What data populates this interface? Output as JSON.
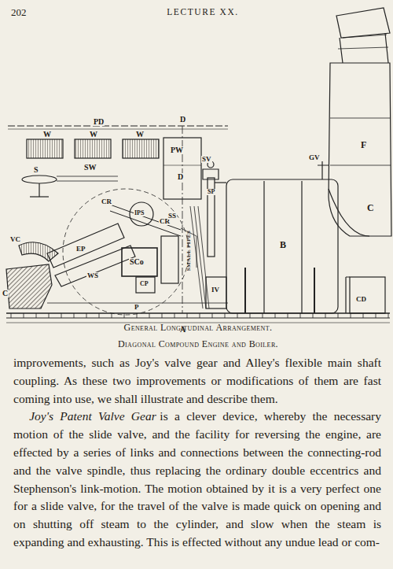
{
  "diagram": {
    "caption": "General Longitudinal Arrangement. Diagonal Compound Engine and Boiler.",
    "labels": [
      "202",
      "LECTURE XX.",
      "PD",
      "D",
      "W",
      "W",
      "W",
      "PW",
      "D",
      "SV",
      "S",
      "SW",
      "CR",
      "IPS",
      "CR",
      "VC",
      "C",
      "EP",
      "WS",
      "SCo",
      "CP",
      "P",
      "SS",
      "SP",
      "SMALL PIPES",
      "IV",
      "B",
      "GV",
      "F",
      "C",
      "CD",
      "A",
      "improvements, such as Joy's valve gear and Alley's flexible main shaft coupling. As these two improvements or modifications of them are fast coming into use, we shall illustrate and describe them.",
      "Joy's Patent Valve Gear",
      "is a clever device, whereby the necessary motion of the slide valve, and the facility for reversing the engine, are effected by a series of links and connections between the connecting-rod and the valve spindle, thus replacing the ordinary double eccentrics and Stephenson's link-motion. The motion obtained by it is a very perfect one for a slide valve, for the travel of the valve is made quick on opening and on shutting off steam to the cylinder, and slow when the steam is expanding and exhausting. This is effected without any undue lead or com-"
    ]
  }
}
